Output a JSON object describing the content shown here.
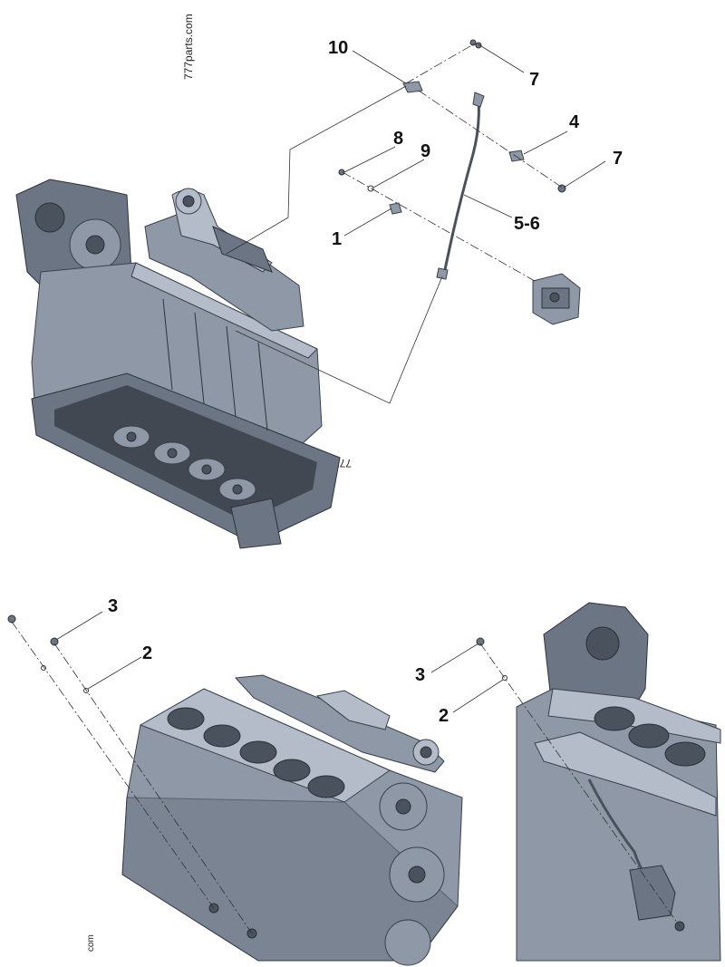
{
  "watermarks": [
    "777parts.com",
    "777parts.com",
    "com"
  ],
  "callouts": {
    "c10": "10",
    "c7a": "7",
    "c4": "4",
    "c7b": "7",
    "c8": "8",
    "c9": "9",
    "c56": "5-6",
    "c1": "1",
    "c3a": "3",
    "c2a": "2",
    "c3b": "3",
    "c2b": "2"
  },
  "colors": {
    "metal": "#8e98a6",
    "metal_dark": "#6b7584",
    "leader": "#333333",
    "callout": "#111111"
  }
}
